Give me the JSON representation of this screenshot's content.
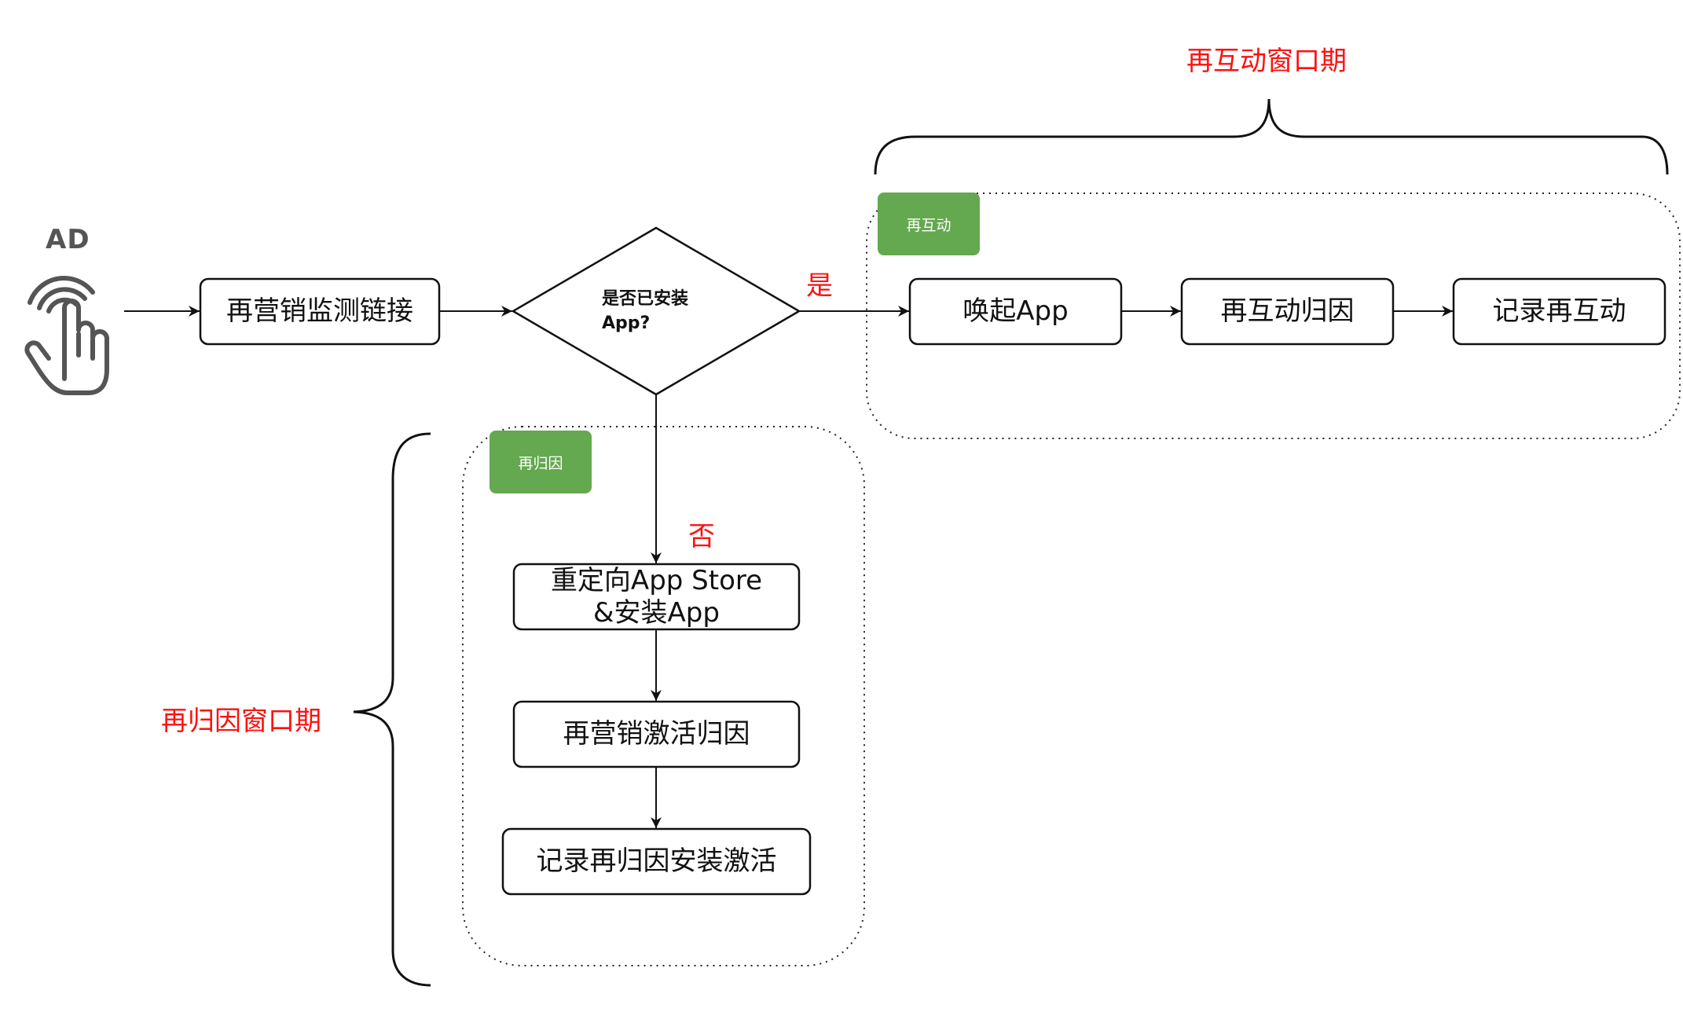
{
  "ad_badge": {
    "label": "AD",
    "icon": "tap-hand-icon"
  },
  "zones": {
    "reengage_tag": "再互动",
    "reattrib_tag": "再归因",
    "reengage_window_label": "再互动窗口期",
    "reattrib_window_label": "再归因窗口期"
  },
  "nodes": {
    "monitor_link": "再营销监测链接",
    "decision_line1": "是否已安装",
    "decision_line2": "App?",
    "launch_app": "唤起App",
    "reengage_attribution": "再互动归因",
    "record_reengage": "记录再互动",
    "redirect_line1": "重定向App Store",
    "redirect_line2": "&安装App",
    "activation_attribution": "再营销激活归因",
    "record_reattrib": "记录再归因安装激活"
  },
  "edges": {
    "yes_label": "是",
    "no_label": "否"
  },
  "colors": {
    "tag_green": "#64a84f",
    "annotation_red": "#ff1010",
    "stroke": "#111111"
  }
}
